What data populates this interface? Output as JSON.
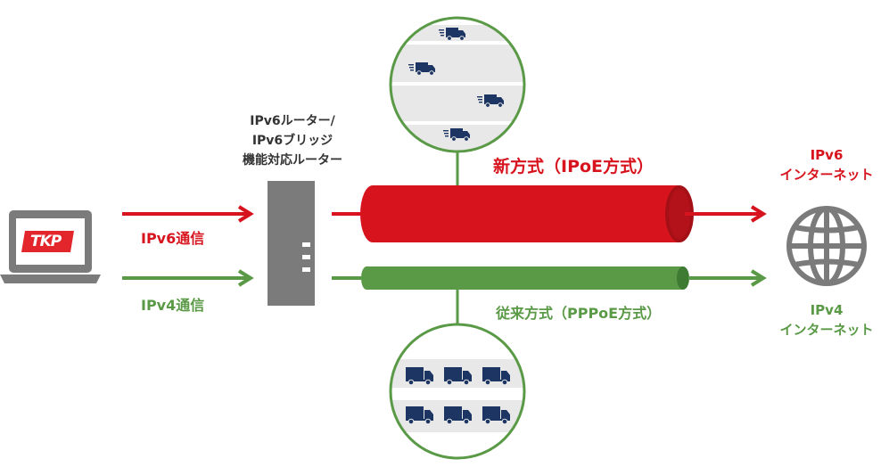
{
  "labels": {
    "router": [
      "IPv6ルーター/",
      "IPv6ブリッジ",
      "機能対応ルーター"
    ],
    "ipv6_comm": "IPv6通信",
    "ipv4_comm": "IPv4通信",
    "new_method": "新方式（IPoE方式）",
    "old_method": "従来方式（PPPoE方式）",
    "ipv6_internet": [
      "IPv6",
      "インターネット"
    ],
    "ipv4_internet": [
      "IPv4",
      "インターネット"
    ],
    "logo": "TKP"
  },
  "colors": {
    "red": "#d7141e",
    "green": "#5a9a46",
    "gray": "#7b7b7b",
    "navy": "#1c3563",
    "road": "#e8e8e8"
  },
  "icons": [
    "laptop-icon",
    "router-icon",
    "globe-icon",
    "truck-icon"
  ]
}
